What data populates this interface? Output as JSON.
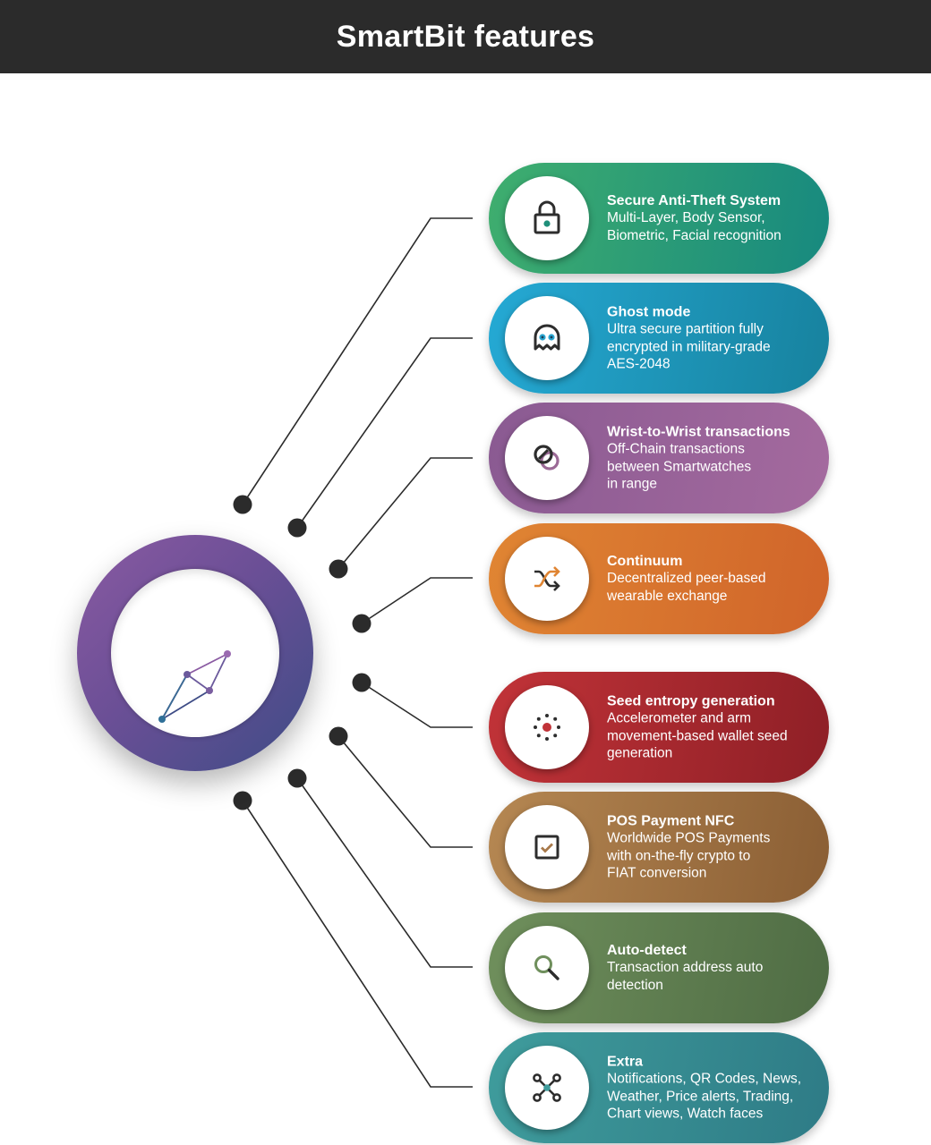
{
  "header": {
    "title": "SmartBit features"
  },
  "colors": {
    "header_bg": "#2b2b2b",
    "hub_ring": [
      "#8a5aa2",
      "#3e4c86"
    ],
    "connector": "#2b2b2b"
  },
  "features": [
    {
      "title": "Secure Anti-Theft System",
      "description": "Multi-Layer, Body Sensor,\nBiometric, Facial recognition",
      "icon": "padlock-icon",
      "color_from": "#3fae6e",
      "color_to": "#17897f"
    },
    {
      "title": "Ghost mode",
      "description": "Ultra secure partition fully\nencrypted in military-grade\nAES-2048",
      "icon": "ghost-icon",
      "color_from": "#25a9d4",
      "color_to": "#17829e"
    },
    {
      "title": "Wrist-to-Wrist transactions",
      "description": "Off-Chain transactions\nbetween Smartwatches\nin range",
      "icon": "rings-icon",
      "color_from": "#8a5a92",
      "color_to": "#a46a9e"
    },
    {
      "title": "Continuum",
      "description": "Decentralized peer-based\nwearable exchange",
      "icon": "shuffle-icon",
      "color_from": "#e08533",
      "color_to": "#d0642a"
    },
    {
      "title": "Seed entropy generation",
      "description": "Accelerometer and arm\nmovement-based wallet seed\ngeneration",
      "icon": "entropy-dots-icon",
      "color_from": "#c13338",
      "color_to": "#8e1f26"
    },
    {
      "title": "POS Payment NFC",
      "description": "Worldwide POS Payments\nwith on-the-fly crypto to\nFIAT conversion",
      "icon": "checkbox-icon",
      "color_from": "#b58752",
      "color_to": "#8a5e34"
    },
    {
      "title": "Auto-detect",
      "description": "Transaction address auto\ndetection",
      "icon": "magnifier-icon",
      "color_from": "#6f8f5c",
      "color_to": "#4f6c44"
    },
    {
      "title": "Extra",
      "description": "Notifications, QR Codes, News,\nWeather, Price alerts, Trading,\nChart views, Watch faces",
      "icon": "network-icon",
      "color_from": "#3f9c9c",
      "color_to": "#2e7b86"
    }
  ]
}
